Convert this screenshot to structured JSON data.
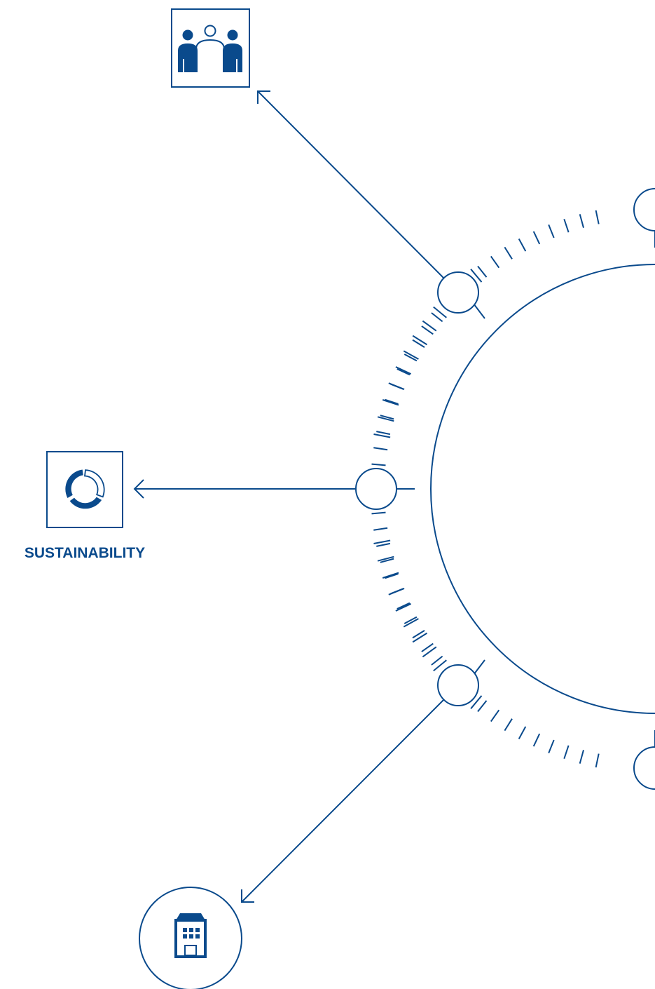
{
  "colors": {
    "primary": "#0a4a8c",
    "background": "#ffffff"
  },
  "nodes": [
    {
      "id": "people",
      "icon": "people-group-icon",
      "frame": "square",
      "label": ""
    },
    {
      "id": "sustainability",
      "icon": "recycle-cycle-icon",
      "frame": "square",
      "label": "SUSTAINABILITY"
    },
    {
      "id": "building",
      "icon": "building-icon",
      "frame": "circle",
      "label": ""
    }
  ]
}
